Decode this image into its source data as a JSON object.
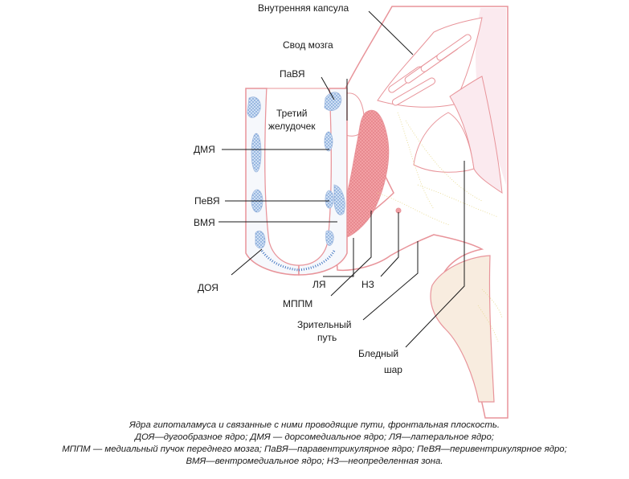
{
  "labels": {
    "internal_capsule": "Внутренняя капсула",
    "fornix": "Свод мозга",
    "pvn_top": "ПаВЯ",
    "third_ventricle_line1": "Третий",
    "third_ventricle_line2": "желудочек",
    "dmn": "ДМЯ",
    "periventricular": "ПеВЯ",
    "vmn": "ВМЯ",
    "arcuate": "ДОЯ",
    "lateral": "ЛЯ",
    "mfb": "МППМ",
    "zona_incerta": "НЗ",
    "optic_tract_line1": "Зрительный",
    "optic_tract_line2": "путь",
    "globus_pallidus_line1": "Бледный",
    "globus_pallidus_line2": "шар"
  },
  "caption": {
    "line1": "Ядра гипоталамуса и связанные с ними проводящие пути, фронтальная плоскость.",
    "line2": "ДОЯ—дугообразное ядро; ДМЯ — дорсомедиальное ядро; ЛЯ—латеральное ядро;",
    "line3": "МППМ — медиальный пучок переднего мозга; ПаВЯ—паравентрикулярное ядро; ПеВЯ—перивентрикулярное ядро;",
    "line4": "ВМЯ—вентромедиальное ядро; НЗ—неопределенная зона."
  },
  "colors": {
    "outline": "#e8949a",
    "blue_nucleus": "#cfe0f4",
    "blue_dots": "#4a7cc4",
    "lateral_nucleus": "#f2a0a4",
    "pale_pink": "#fbeaef",
    "beige": "#f8ecdf"
  }
}
